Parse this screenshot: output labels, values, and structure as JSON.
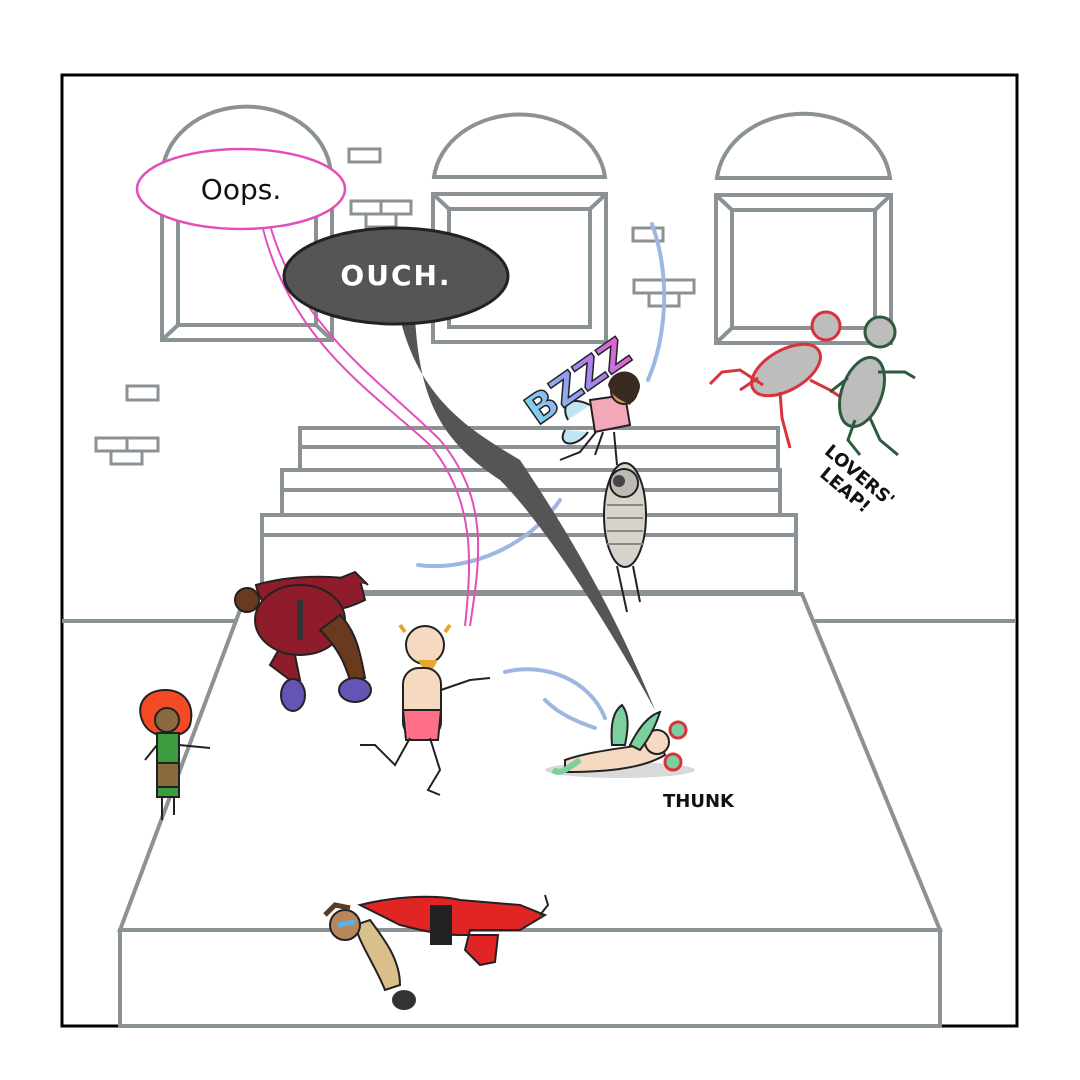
{
  "panel": {
    "speech_bubbles": [
      {
        "text": "Oops.",
        "style": "white bubble, pink outline"
      },
      {
        "text": "OUCH.",
        "style": "dark grey bubble, white lettering"
      }
    ],
    "sound_effects": {
      "buzz": "BZZZ",
      "leap_line1": "LOVERS'",
      "leap_line2": "LEAP!",
      "thunk": "THUNK"
    },
    "colors": {
      "architecture": "#8b9296",
      "panel_border": "#000000",
      "oops_outline": "#e24fb8",
      "ouch_fill": "#555555",
      "motion_lines": "#9fb7e0",
      "bzzz_gradient_start": "#7fd6ee",
      "bzzz_gradient_end": "#e55fd0"
    }
  }
}
